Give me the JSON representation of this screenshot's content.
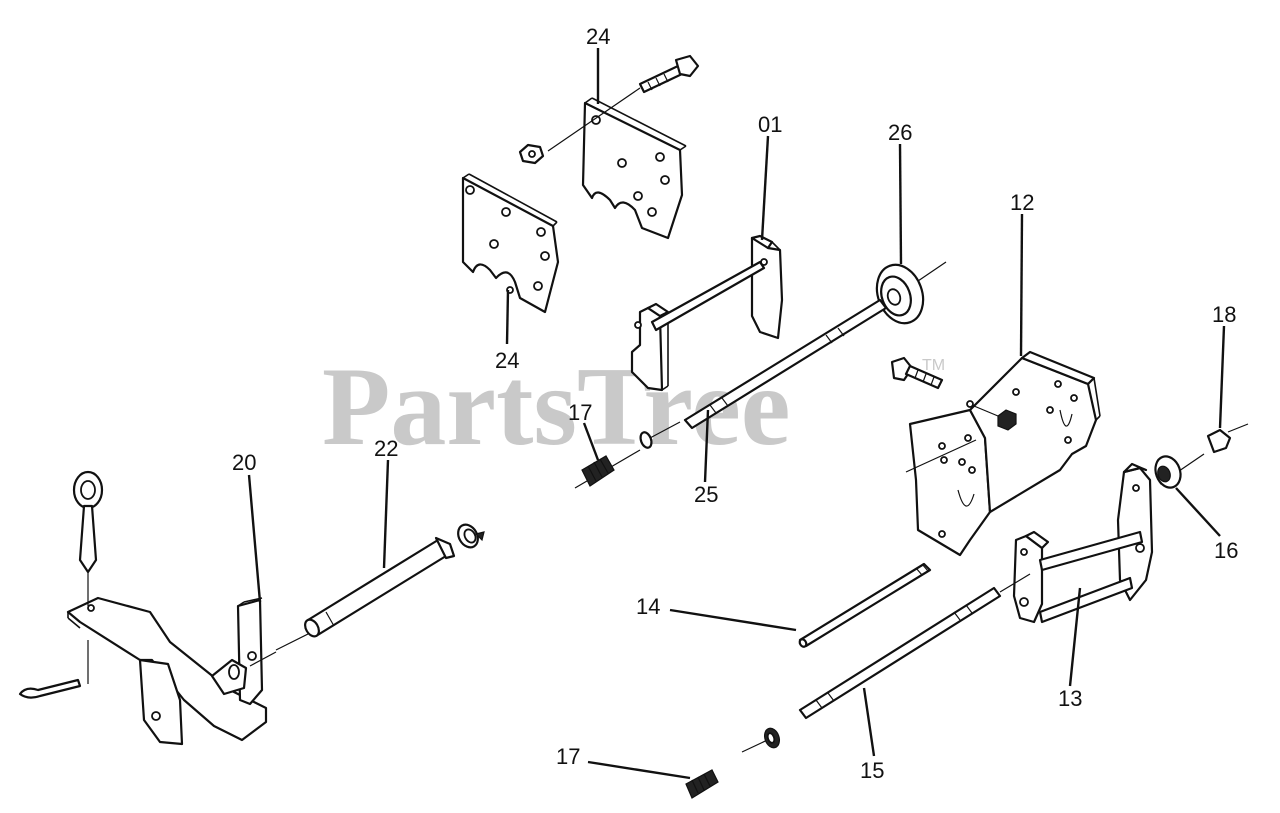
{
  "watermark": {
    "brand": "PartsTree",
    "trademark": "TM"
  },
  "callouts": [
    {
      "id": "c24a",
      "label": "24"
    },
    {
      "id": "c24b",
      "label": "24"
    },
    {
      "id": "c01",
      "label": "01"
    },
    {
      "id": "c26",
      "label": "26"
    },
    {
      "id": "c12",
      "label": "12"
    },
    {
      "id": "c18",
      "label": "18"
    },
    {
      "id": "c17a",
      "label": "17"
    },
    {
      "id": "c25",
      "label": "25"
    },
    {
      "id": "c20",
      "label": "20"
    },
    {
      "id": "c22",
      "label": "22"
    },
    {
      "id": "c16",
      "label": "16"
    },
    {
      "id": "c14",
      "label": "14"
    },
    {
      "id": "c13",
      "label": "13"
    },
    {
      "id": "c17b",
      "label": "17"
    },
    {
      "id": "c15",
      "label": "15"
    }
  ]
}
